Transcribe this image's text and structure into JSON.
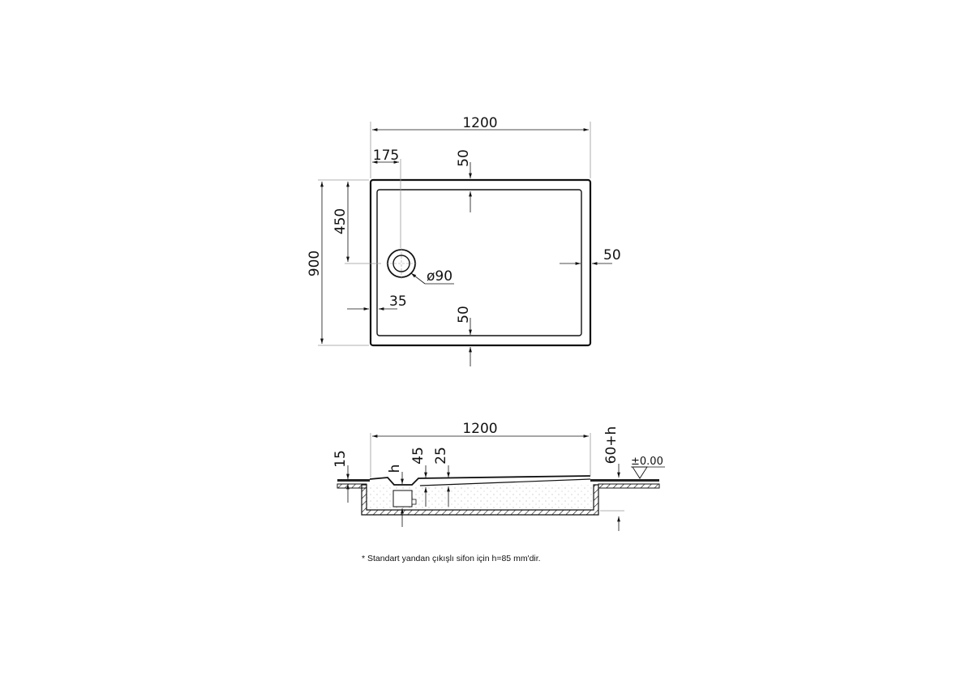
{
  "plan_view": {
    "overall_width": "1200",
    "overall_depth": "900",
    "drain_offset_x": "175",
    "drain_offset_y": "450",
    "drain_diameter": "ø90",
    "rim_top": "50",
    "rim_right": "50",
    "rim_bottom": "50",
    "rim_left": "35"
  },
  "section_view": {
    "overall_width": "1200",
    "floor_thickness": "15",
    "drain_height": "h",
    "depth_at_drain": "45",
    "depth_inner": "25",
    "install_height": "60+h",
    "floor_level": "±0.00"
  },
  "footnote": "* Standart yandan çıkışlı sifon için h=85 mm'dir.",
  "colors": {
    "line": "#111111",
    "guide": "#999999",
    "fill": "#ffffff"
  }
}
